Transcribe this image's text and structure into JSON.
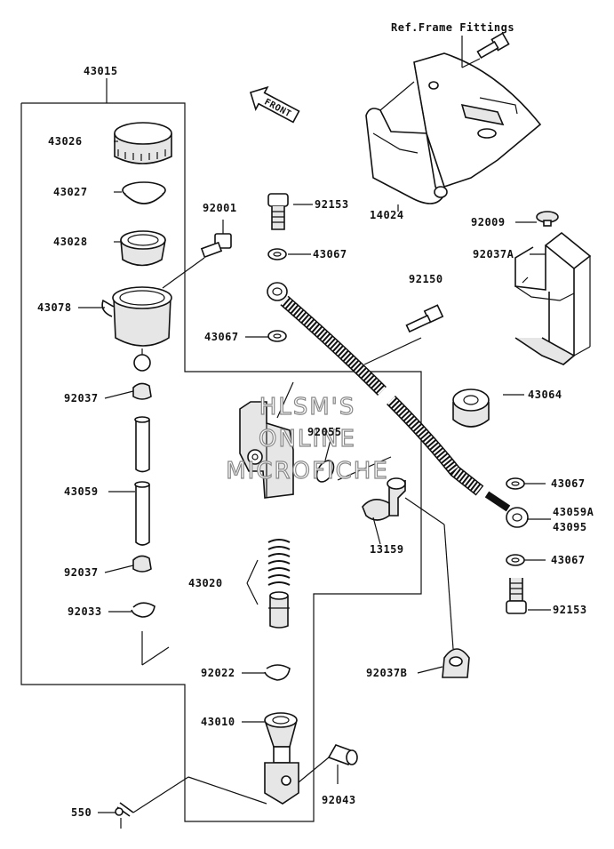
{
  "header": {
    "ref_label": "Ref.Frame Fittings",
    "front_label": "FRONT"
  },
  "watermark": {
    "line1": "HLSM'S",
    "line2": "ONLINE",
    "line3": "MICROFICHE"
  },
  "labels": {
    "p43015": "43015",
    "p43026": "43026",
    "p43027": "43027",
    "p43028": "43028",
    "p92001": "92001",
    "p43078": "43078",
    "p92037a": "92037",
    "p43059": "43059",
    "p92037b": "92037",
    "p92033": "92033",
    "p43020": "43020",
    "p92022": "92022",
    "p43010": "43010",
    "p550": "550",
    "p92043": "92043",
    "p92153a": "92153",
    "p43067a": "43067",
    "p43067b": "43067",
    "p92150": "92150",
    "p92055": "92055",
    "p14024": "14024",
    "p92009": "92009",
    "p92037A": "92037A",
    "p43064": "43064",
    "p43067c": "43067",
    "p43059A": "43059A",
    "p43095": "43095",
    "p43067d": "43067",
    "p92153b": "92153",
    "p13159": "13159",
    "p92037B": "92037B"
  }
}
